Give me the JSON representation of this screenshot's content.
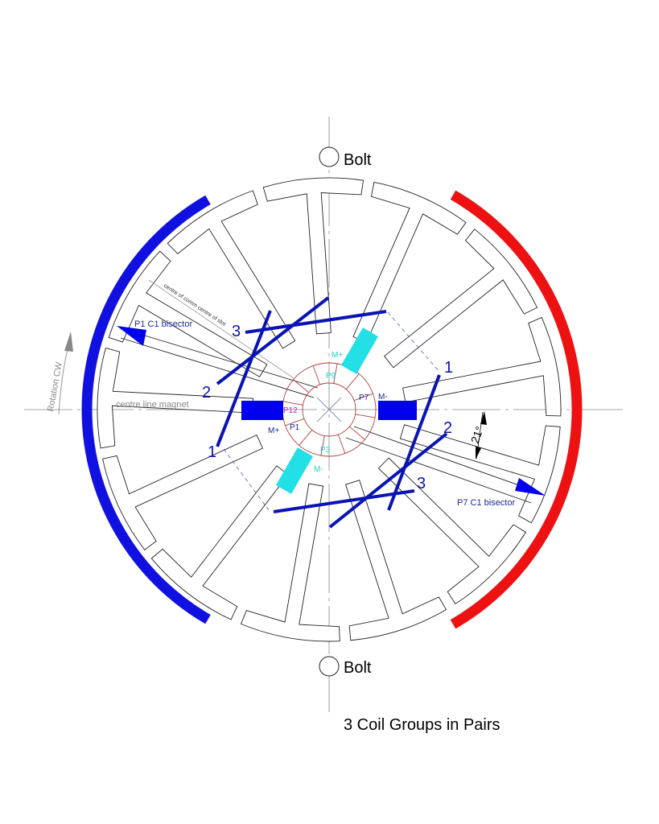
{
  "title": "3 Coil Groups in Pairs",
  "bolt_top": "Bolt",
  "bolt_bottom": "Bolt",
  "rotation_label": "Rotation CW",
  "centre_line_magnet": "centre line magnet",
  "centre_of_comm": "centre of comm centre of slot",
  "p1_bisector": "P1 C1 bisector",
  "p7_bisector": "P7 C1 bisector",
  "angle_label": "21°",
  "coil_numbers_left": [
    "1",
    "2",
    "3"
  ],
  "coil_numbers_right": [
    "1",
    "2",
    "3"
  ],
  "magnets": {
    "left_label": "M+",
    "right_label": "M-",
    "top_label": "M+",
    "bottom_label": "M-"
  },
  "commutator": {
    "p9": "P9",
    "p7": "P7",
    "p12": "P12",
    "p1": "P1",
    "p3": "P3"
  },
  "colors": {
    "coil": "#0a14b4",
    "magnet": "#0000ee",
    "magnet_alt": "#22e0e6",
    "arc_left": "#1010e0",
    "arc_right": "#ee1111",
    "comm": "#b04040",
    "pink": "#d020c0",
    "cyan_text": "#20d0d0"
  }
}
